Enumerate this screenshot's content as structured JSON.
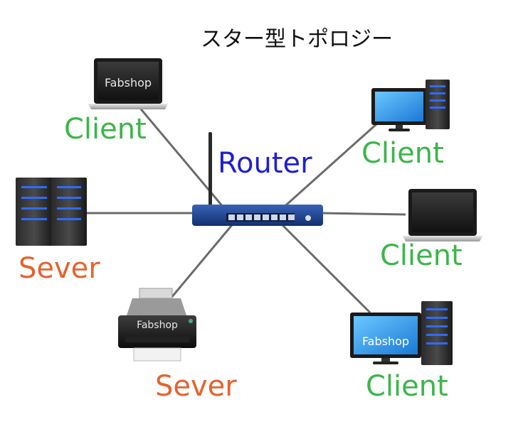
{
  "title": "スター型トポロジー",
  "router": {
    "label": "Router"
  },
  "devices": {
    "laptop_top_left": {
      "label": "Client",
      "screen_text": "Fabshop"
    },
    "desktop_top_right": {
      "label": "Client"
    },
    "laptop_right": {
      "label": "Client"
    },
    "desktop_bottom_right": {
      "label": "Client",
      "screen_text": "Fabshop"
    },
    "server_left": {
      "label": "Sever"
    },
    "printer_bottom": {
      "label": "Sever",
      "body_text": "Fabshop"
    }
  },
  "colors": {
    "client": "#3db54a",
    "server": "#e6622f",
    "router_label": "#1f1fd1",
    "router_body": "#1d3f86",
    "cable": "#6b6b6b",
    "led_blue": "#2f6bff"
  }
}
